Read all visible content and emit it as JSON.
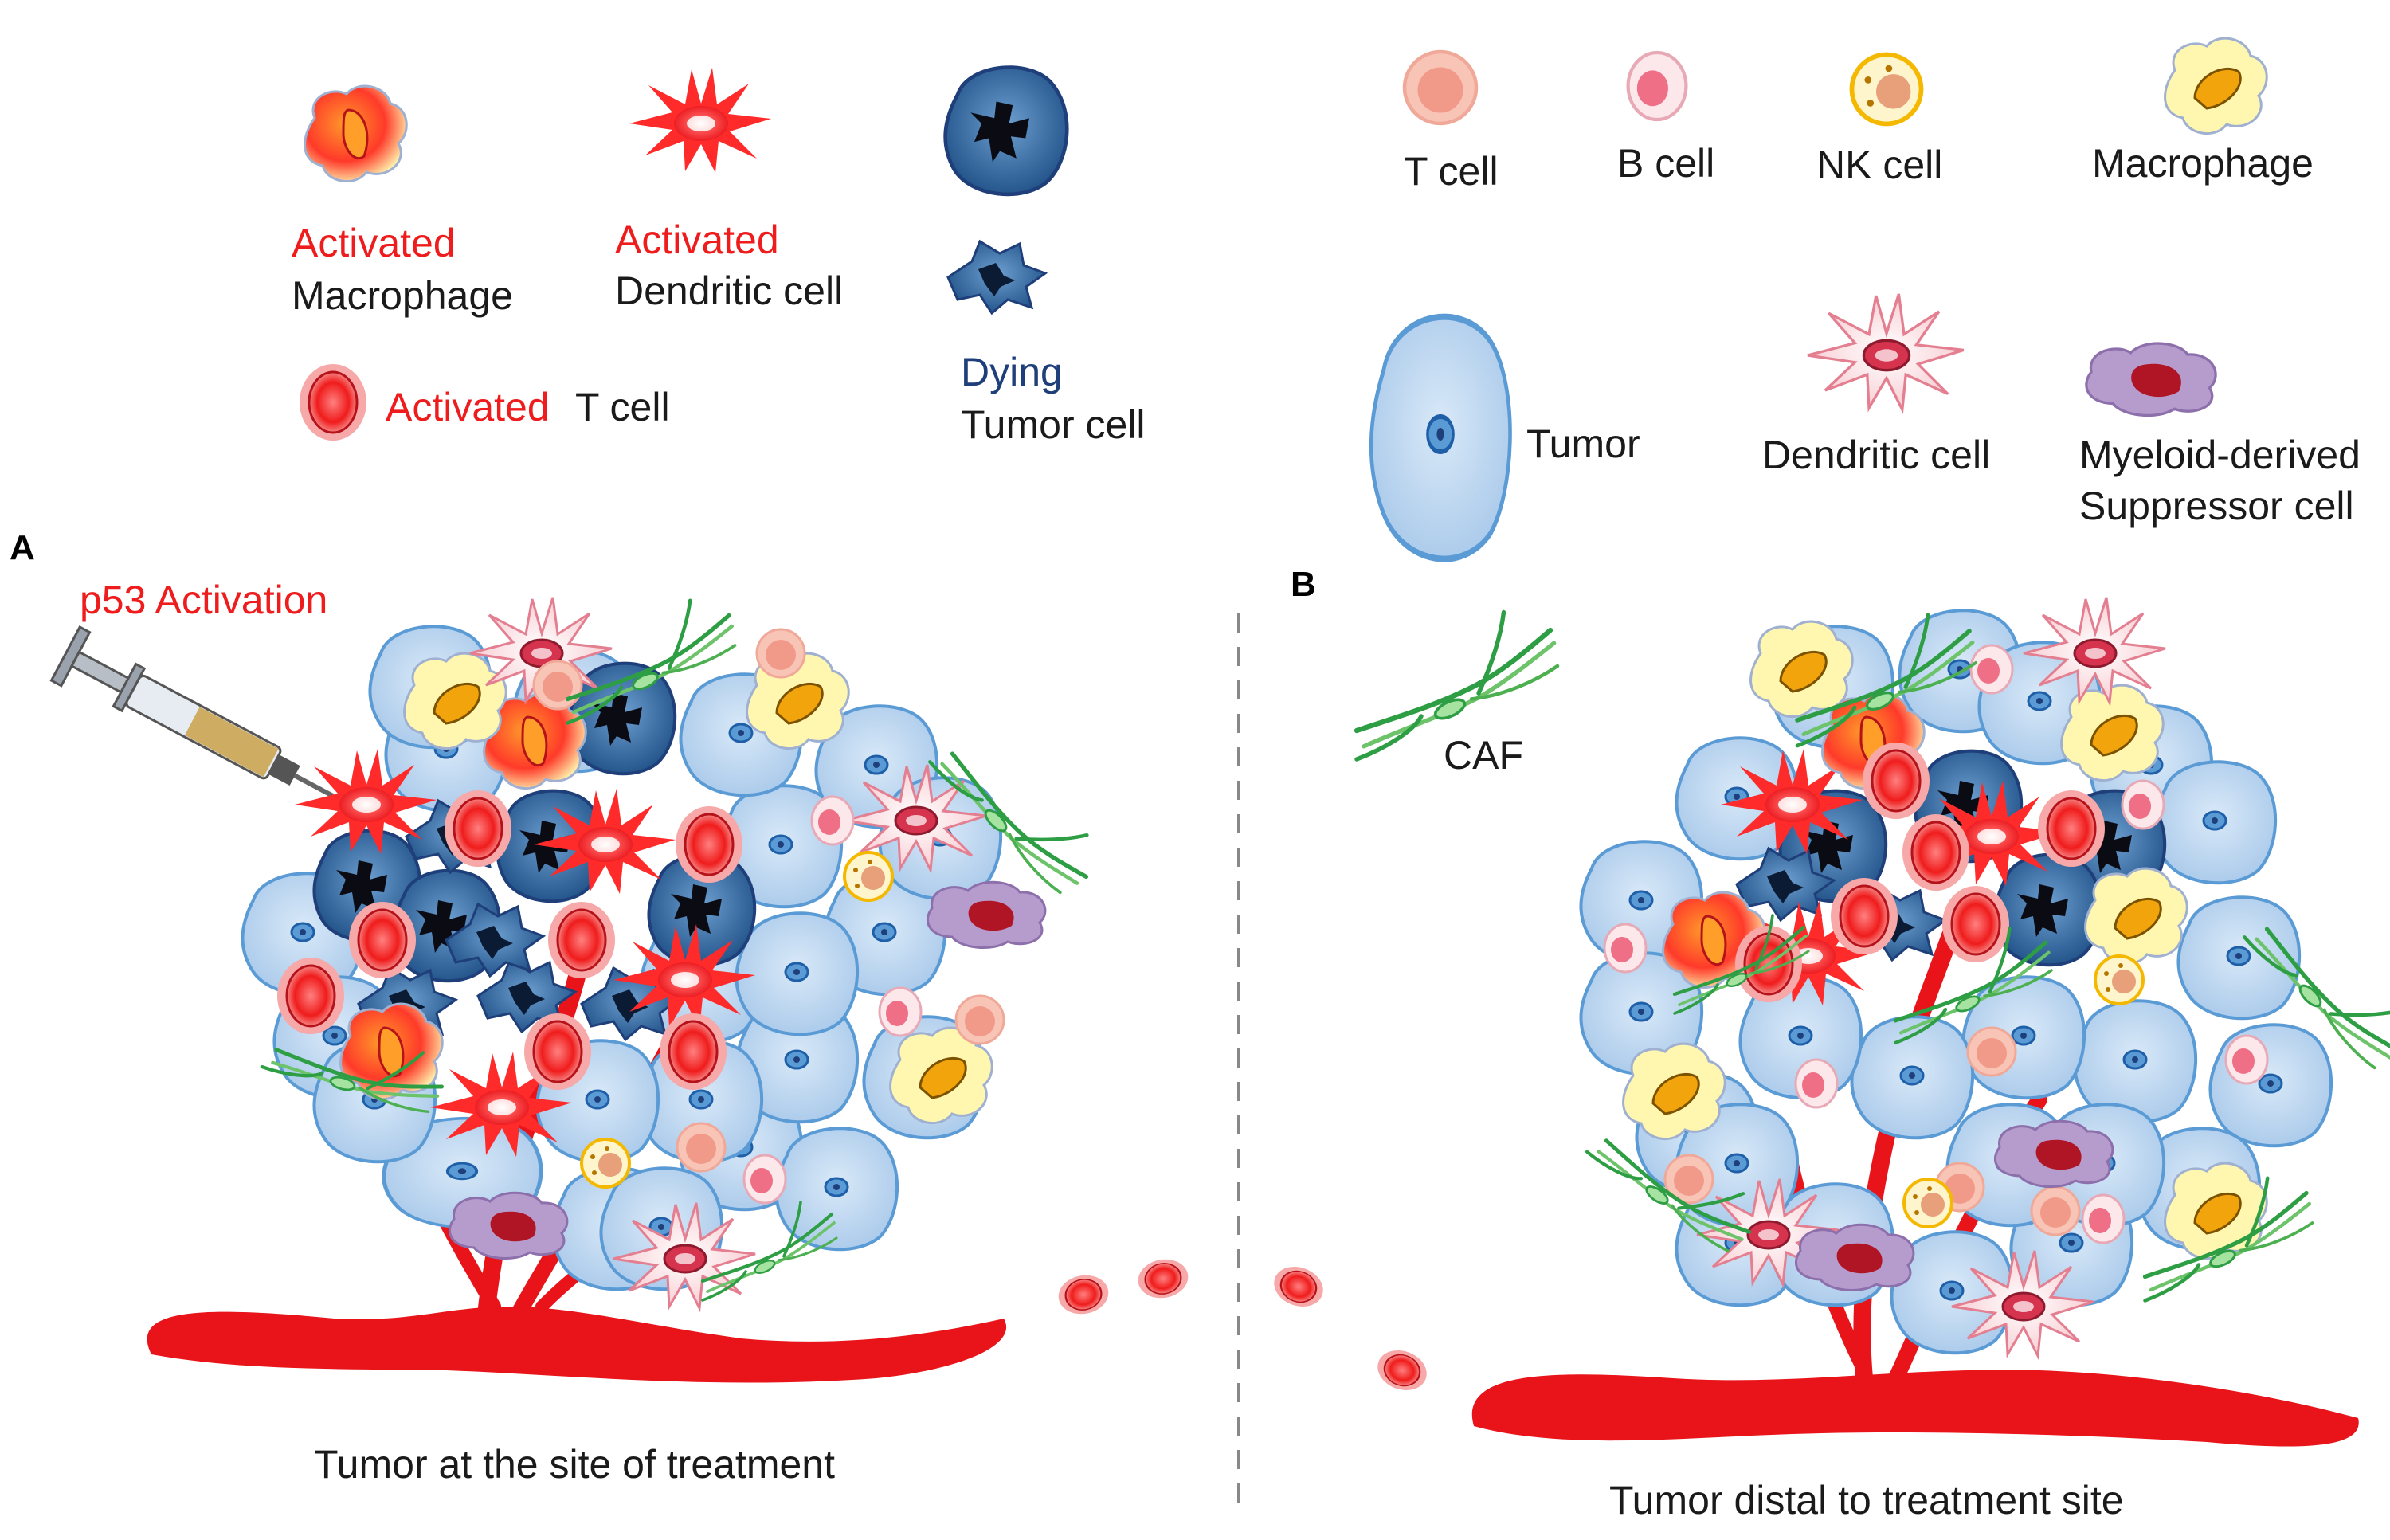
{
  "legend_left": {
    "activated_macrophage": {
      "prefix": "Activated",
      "name": "Macrophage"
    },
    "activated_dendritic": {
      "prefix": "Activated",
      "name": "Dendritic cell"
    },
    "activated_tcell": {
      "prefix": "Activated",
      "name": "T cell"
    },
    "dying_tumor": {
      "prefix": "Dying",
      "name": "Tumor cell"
    }
  },
  "legend_right": {
    "t_cell": "T cell",
    "b_cell": "B cell",
    "nk_cell": "NK cell",
    "macrophage": "Macrophage",
    "tumor": "Tumor",
    "dendritic_cell": "Dendritic cell",
    "mdsc_line1": "Myeloid-derived",
    "mdsc_line2": "Suppressor cell"
  },
  "caf_label": "CAF",
  "panel_a": {
    "letter": "A",
    "injection_label": "p53 Activation",
    "caption": "Tumor at the site of treatment"
  },
  "panel_b": {
    "letter": "B",
    "caption": "Tumor distal to treatment site"
  },
  "colors": {
    "activated_red": "#ee1c1c",
    "dying_blue": "#1f3f7a",
    "tumor_fill": "#bcd6f0",
    "tumor_stroke": "#5b9bd5",
    "vessel": "#e8141a",
    "caf_green": "#2e9e44",
    "macrophage_yellow": "#fff3a0",
    "mdsc_purple": "#9b7fb6"
  }
}
